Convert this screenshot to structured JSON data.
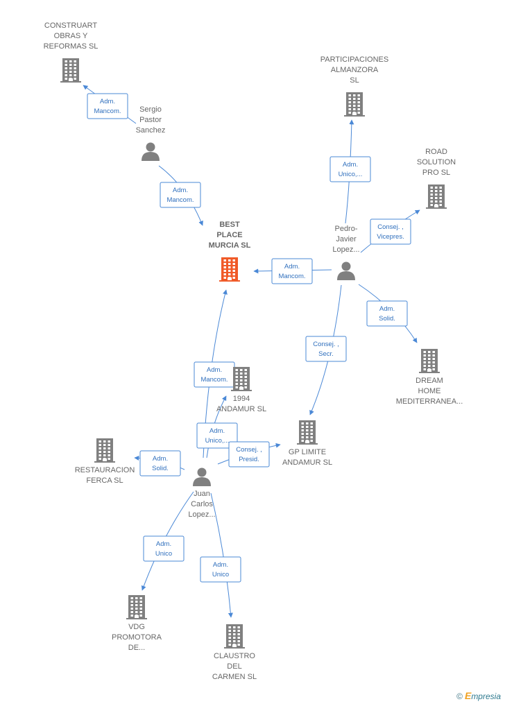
{
  "nodes": [
    {
      "id": "best-place",
      "type": "company",
      "highlight": true,
      "lines": [
        "BEST",
        "PLACE",
        "MURCIA  SL"
      ]
    },
    {
      "id": "construart",
      "type": "company",
      "lines": [
        "CONSTRUART",
        "OBRAS Y",
        "REFORMAS  SL"
      ]
    },
    {
      "id": "participaciones",
      "type": "company",
      "lines": [
        "PARTICIPACIONES",
        "ALMANZORA",
        "SL"
      ]
    },
    {
      "id": "road-solution",
      "type": "company",
      "lines": [
        "ROAD",
        "SOLUTION",
        "PRO  SL"
      ]
    },
    {
      "id": "dream-home",
      "type": "company",
      "lines": [
        "DREAM",
        "HOME",
        "MEDITERRANEA..."
      ]
    },
    {
      "id": "andamur-1994",
      "type": "company",
      "lines": [
        "1994",
        "ANDAMUR  SL"
      ]
    },
    {
      "id": "gp-limite",
      "type": "company",
      "lines": [
        "GP LIMITE",
        "ANDAMUR SL"
      ]
    },
    {
      "id": "restauracion",
      "type": "company",
      "lines": [
        "RESTAURACION",
        "FERCA  SL"
      ]
    },
    {
      "id": "vdg",
      "type": "company",
      "lines": [
        "VDG",
        "PROMOTORA",
        "DE..."
      ]
    },
    {
      "id": "claustro",
      "type": "company",
      "lines": [
        "CLAUSTRO",
        "DEL",
        "CARMEN SL"
      ]
    },
    {
      "id": "sergio",
      "type": "person",
      "lines": [
        "Sergio",
        "Pastor",
        "Sanchez"
      ]
    },
    {
      "id": "pedro",
      "type": "person",
      "lines": [
        "Pedro-",
        "Javier",
        "Lopez..."
      ]
    },
    {
      "id": "juan",
      "type": "person",
      "lines": [
        "Juan",
        "Carlos",
        "Lopez..."
      ]
    }
  ],
  "edges": [
    {
      "from": "sergio",
      "to": "construart",
      "label": [
        "Adm.",
        "Mancom."
      ]
    },
    {
      "from": "sergio",
      "to": "best-place",
      "label": [
        "Adm.",
        "Mancom."
      ]
    },
    {
      "from": "pedro",
      "to": "participaciones",
      "label": [
        "Adm.",
        "Unico,..."
      ]
    },
    {
      "from": "pedro",
      "to": "road-solution",
      "label": [
        "Consej. ,",
        "Vicepres."
      ]
    },
    {
      "from": "pedro",
      "to": "best-place",
      "label": [
        "Adm.",
        "Mancom."
      ]
    },
    {
      "from": "pedro",
      "to": "dream-home",
      "label": [
        "Adm.",
        "Solid."
      ]
    },
    {
      "from": "pedro",
      "to": "gp-limite",
      "label": [
        "Consej. ,",
        "Secr."
      ]
    },
    {
      "from": "juan",
      "to": "best-place",
      "label": [
        "Adm.",
        "Mancom."
      ]
    },
    {
      "from": "juan",
      "to": "andamur-1994",
      "label": [
        "Adm.",
        "Unico,..."
      ]
    },
    {
      "from": "juan",
      "to": "gp-limite",
      "label": [
        "Consej. ,",
        "Presid."
      ]
    },
    {
      "from": "juan",
      "to": "restauracion",
      "label": [
        "Adm.",
        "Solid."
      ]
    },
    {
      "from": "juan",
      "to": "vdg",
      "label": [
        "Adm.",
        "Unico"
      ]
    },
    {
      "from": "juan",
      "to": "claustro",
      "label": [
        "Adm.",
        "Unico"
      ]
    }
  ],
  "colors": {
    "edge": "#4a88d6",
    "edge_text": "#2f6fbd",
    "node_icon": "#808080",
    "highlight_icon": "#f05a28",
    "label": "#666666"
  },
  "footer": {
    "copyright_symbol": "©",
    "brand_initial": "E",
    "brand_rest": "mpresia"
  }
}
